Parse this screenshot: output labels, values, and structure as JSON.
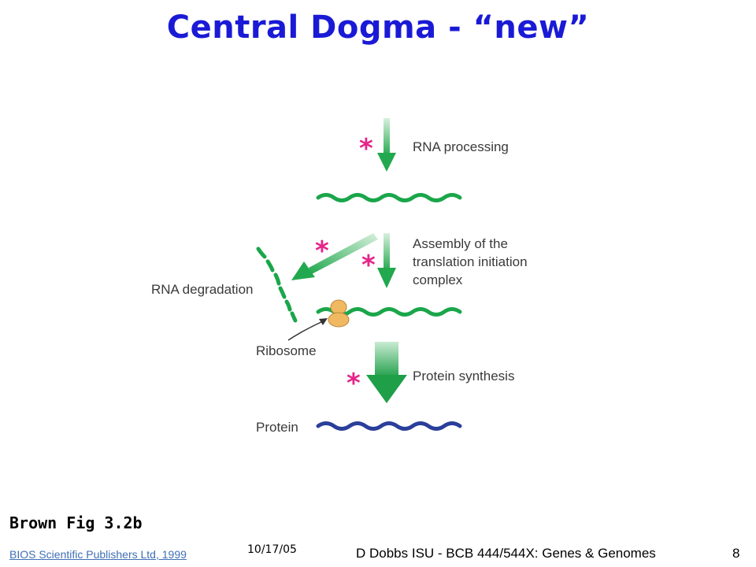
{
  "slide": {
    "title": "Central Dogma - “new”",
    "caption": "Brown Fig 3.2b",
    "source_link": "BIOS Scientific Publishers Ltd, 1999",
    "date": "10/17/05",
    "footer": "D Dobbs ISU - BCB 444/544X: Genes & Genomes",
    "page_number": "8"
  },
  "diagram": {
    "labels": {
      "rna_processing": "RNA processing",
      "assembly_line1": "Assembly of the",
      "assembly_line2": "translation initiation",
      "assembly_line3": "complex",
      "rna_degradation": "RNA degradation",
      "ribosome": "Ribosome",
      "protein_synthesis": "Protein synthesis",
      "protein": "Protein"
    },
    "star_glyph": "*",
    "colors": {
      "rna": "#1aa64a",
      "protein": "#2a3f9a",
      "star": "#e6248a",
      "ribosome": "#f0b860",
      "title": "#1a1ad6"
    }
  }
}
